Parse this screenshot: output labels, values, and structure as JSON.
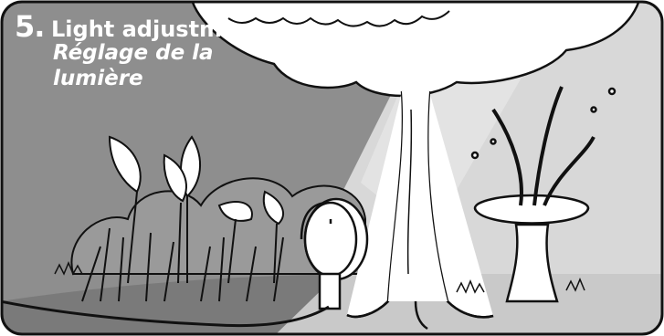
{
  "heading": {
    "step_number": "5.",
    "title_en": "Light adjustment",
    "title_fr": "Réglage de la lumière"
  },
  "colors": {
    "frame": "#111111",
    "shade": "#8c8c8c",
    "dark_shade": "#6f6f6f",
    "light": "#dcdcdc",
    "heading_text": "#ffffff"
  },
  "icons": [
    "plants-icon",
    "spotlight-icon",
    "tree-icon",
    "birdbath-fountain-icon",
    "bushes-icon"
  ]
}
